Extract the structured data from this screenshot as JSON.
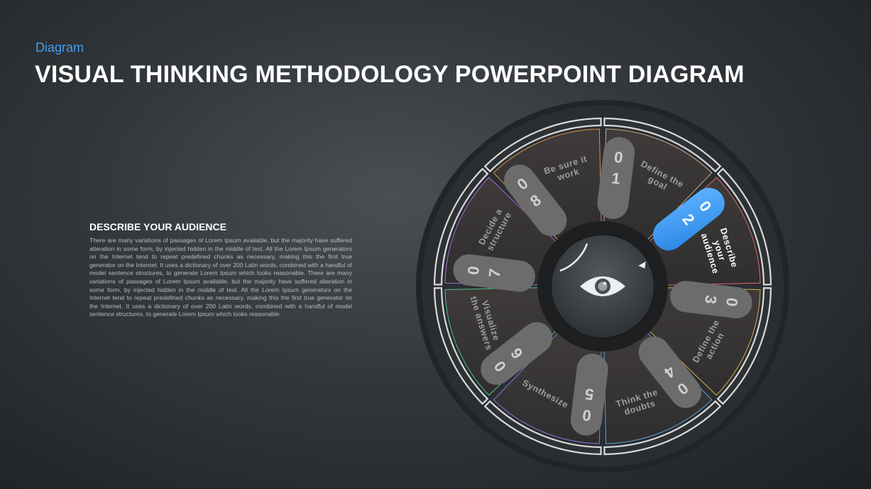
{
  "header": {
    "category": "Diagram",
    "title": "VISUAL THINKING METHODOLOGY POWERPOINT DIAGRAM"
  },
  "sidebar": {
    "heading": "DESCRIBE YOUR AUDIENCE",
    "body": "There are many variations of passages of Lorem Ipsum available, but the majority have suffered alteration in some form, by injected hidden in the middle of text. All the Lorem Ipsum generators on the Internet tend to repeat predefined chunks as necessary, making this the first true generator on the Internet. It uses a dictionary of over 200 Latin words, combined with a handful of model sentence structures, to generate Lorem Ipsum which looks reasonable. There are many variations of passages of Lorem Ipsum available, but the majority have suffered alteration in some form, by injected hidden in the middle of text. All the Lorem Ipsum generators on the Internet tend to repeat predefined chunks as necessary, making this the first true generator on the Internet. It uses a dictionary of over 200 Latin words, combined with a handful of model sentence structures, to generate Lorem Ipsum which looks reasonable."
  },
  "diagram": {
    "center_icon": "eye-icon",
    "active_step": 2,
    "active_color": "#3a9cf2",
    "segments": [
      {
        "number": "0 1",
        "label": [
          "Define the",
          "goal"
        ],
        "outline_color": "#c8a98a"
      },
      {
        "number": "0 2",
        "label": [
          "Describe",
          "your",
          "audience"
        ],
        "outline_color": "#d96a6a"
      },
      {
        "number": "0 3",
        "label": [
          "Define the",
          "action"
        ],
        "outline_color": "#d6b04a"
      },
      {
        "number": "0 4",
        "label": [
          "Think the",
          "doubts"
        ],
        "outline_color": "#5aa0d6"
      },
      {
        "number": "0 5",
        "label": [
          "Synthesize"
        ],
        "outline_color": "#8a72d6"
      },
      {
        "number": "0 6",
        "label": [
          "Visualize",
          "the answers"
        ],
        "outline_color": "#4fc28a"
      },
      {
        "number": "0 7",
        "label": [
          "Decide a",
          "structure"
        ],
        "outline_color": "#a46ad6"
      },
      {
        "number": "0 8",
        "label": [
          "Be sure it",
          "work"
        ],
        "outline_color": "#d6924a"
      }
    ]
  }
}
